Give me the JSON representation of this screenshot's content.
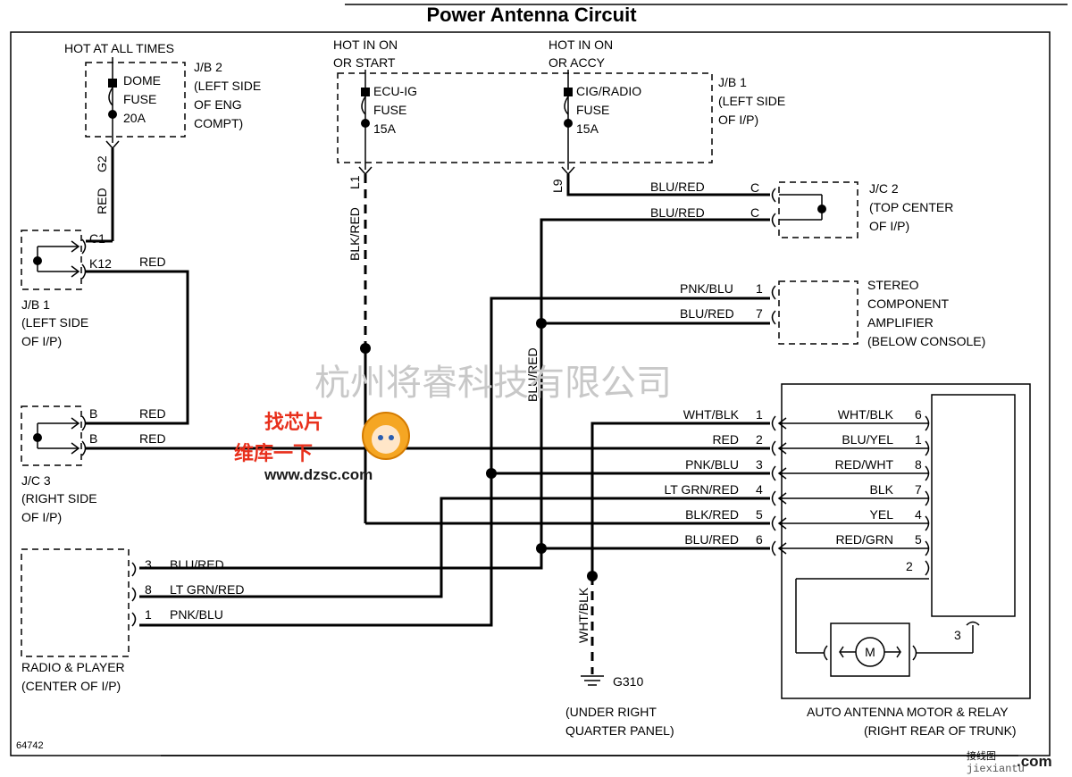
{
  "title": "Power Antenna Circuit",
  "figure_id": "64742",
  "watermarks": {
    "company": "杭州将睿科技有限公司",
    "logo_line1": "找芯片",
    "logo_line2": "维库一下",
    "logo_url": "www.dzsc.com",
    "corner_site": "jiexiantu",
    "corner_com": ".com",
    "corner_cn": "接线图"
  },
  "power": {
    "hot_all_times": "HOT AT ALL TIMES",
    "hot_on_start_1": "HOT IN ON",
    "hot_on_start_2": "OR START",
    "hot_on_accy_1": "HOT IN ON",
    "hot_on_accy_2": "OR ACCY"
  },
  "jb2": {
    "fuse_1": "DOME",
    "fuse_2": "FUSE",
    "fuse_3": "20A",
    "name_1": "J/B 2",
    "name_2": "(LEFT SIDE",
    "name_3": "OF ENG",
    "name_4": "COMPT)",
    "pin": "G2"
  },
  "jb1_top": {
    "fuse1_1": "ECU-IG",
    "fuse1_2": "FUSE",
    "fuse1_3": "15A",
    "fuse2_1": "CIG/RADIO",
    "fuse2_2": "FUSE",
    "fuse2_3": "15A",
    "name_1": "J/B 1",
    "name_2": "(LEFT SIDE",
    "name_3": "OF I/P)",
    "pin_l1": "L1",
    "pin_l9": "L9"
  },
  "jb1_left": {
    "pin_c1": "C1",
    "pin_k12": "K12",
    "name_1": "J/B 1",
    "name_2": "(LEFT SIDE",
    "name_3": "OF I/P)"
  },
  "jc3": {
    "pin_b1": "B",
    "pin_b2": "B",
    "name_1": "J/C 3",
    "name_2": "(RIGHT SIDE",
    "name_3": "OF I/P)"
  },
  "jc2": {
    "pin_c1": "C",
    "pin_c2": "C",
    "name_1": "J/C 2",
    "name_2": "(TOP CENTER",
    "name_3": "OF I/P)"
  },
  "amp": {
    "name_1": "STEREO",
    "name_2": "COMPONENT",
    "name_3": "AMPLIFIER",
    "name_4": "(BELOW CONSOLE)",
    "pin_1": "1",
    "pin_7": "7"
  },
  "radio": {
    "name_1": "RADIO & PLAYER",
    "name_2": "(CENTER OF I/P)",
    "pin_3": "3",
    "pin_8": "8",
    "pin_1": "1"
  },
  "ground": {
    "name": "G310",
    "loc_1": "(UNDER RIGHT",
    "loc_2": "QUARTER PANEL)"
  },
  "motor": {
    "name_1": "AUTO ANTENNA MOTOR & RELAY",
    "name_2": "(RIGHT REAR OF TRUNK)",
    "symbol": "M",
    "pin_2": "2",
    "pin_3": "3"
  },
  "wires": {
    "red_g2": "RED",
    "red_k12": "RED",
    "red_b1": "RED",
    "red_b2": "RED",
    "blk_red_l1": "BLK/RED",
    "blu_red_l9": "BLU/RED",
    "blu_red_jc2": "BLU/RED",
    "pnk_blu_amp": "PNK/BLU",
    "blu_red_amp": "BLU/RED",
    "blu_red_vert": "BLU/RED",
    "wht_blk_gnd": "WHT/BLK",
    "radio_3": "BLU/RED",
    "radio_8": "LT GRN/RED",
    "radio_1": "PNK/BLU"
  },
  "motor_left_rows": [
    {
      "wire": "WHT/BLK",
      "pin": "1"
    },
    {
      "wire": "RED",
      "pin": "2"
    },
    {
      "wire": "PNK/BLU",
      "pin": "3"
    },
    {
      "wire": "LT GRN/RED",
      "pin": "4"
    },
    {
      "wire": "BLK/RED",
      "pin": "5"
    },
    {
      "wire": "BLU/RED",
      "pin": "6"
    }
  ],
  "motor_right_rows": [
    {
      "wire": "WHT/BLK",
      "pin": "6"
    },
    {
      "wire": "BLU/YEL",
      "pin": "1"
    },
    {
      "wire": "RED/WHT",
      "pin": "8"
    },
    {
      "wire": "BLK",
      "pin": "7"
    },
    {
      "wire": "YEL",
      "pin": "4"
    },
    {
      "wire": "RED/GRN",
      "pin": "5"
    }
  ]
}
